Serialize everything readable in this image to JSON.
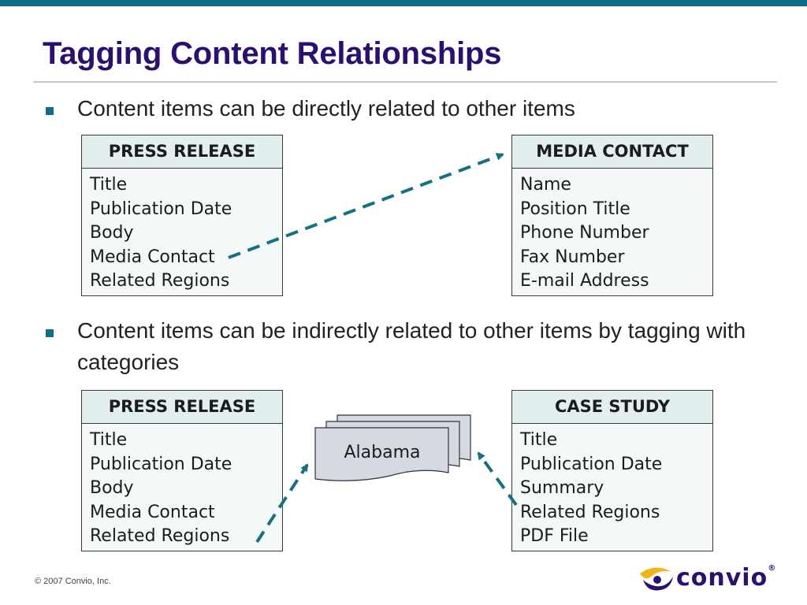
{
  "slide": {
    "title": "Tagging Content Relationships",
    "bullets": [
      "Content items can be directly related to other items",
      "Content items can be indirectly related to other items by tagging with categories"
    ],
    "footer": "© 2007 Convio, Inc.",
    "logo_text": "convio",
    "logo_mark": "®"
  },
  "diagram1": {
    "press_release": {
      "header": "PRESS RELEASE",
      "fields": [
        "Title",
        "Publication Date",
        "Body",
        "Media Contact",
        "Related Regions"
      ]
    },
    "media_contact": {
      "header": "MEDIA CONTACT",
      "fields": [
        "Name",
        "Position Title",
        "Phone Number",
        "Fax Number",
        "E-mail Address"
      ]
    }
  },
  "diagram2": {
    "press_release": {
      "header": "PRESS RELEASE",
      "fields": [
        "Title",
        "Publication Date",
        "Body",
        "Media Contact",
        "Related Regions"
      ]
    },
    "case_study": {
      "header": "CASE STUDY",
      "fields": [
        "Title",
        "Publication Date",
        "Summary",
        "Related Regions",
        "PDF File"
      ]
    },
    "category_tag": "Alabama"
  },
  "colors": {
    "title": "#2b1070",
    "accent": "#0e6e88",
    "arrow": "#176f82",
    "logo_yellow": "#f2b21b",
    "logo_purple": "#2b1070"
  }
}
